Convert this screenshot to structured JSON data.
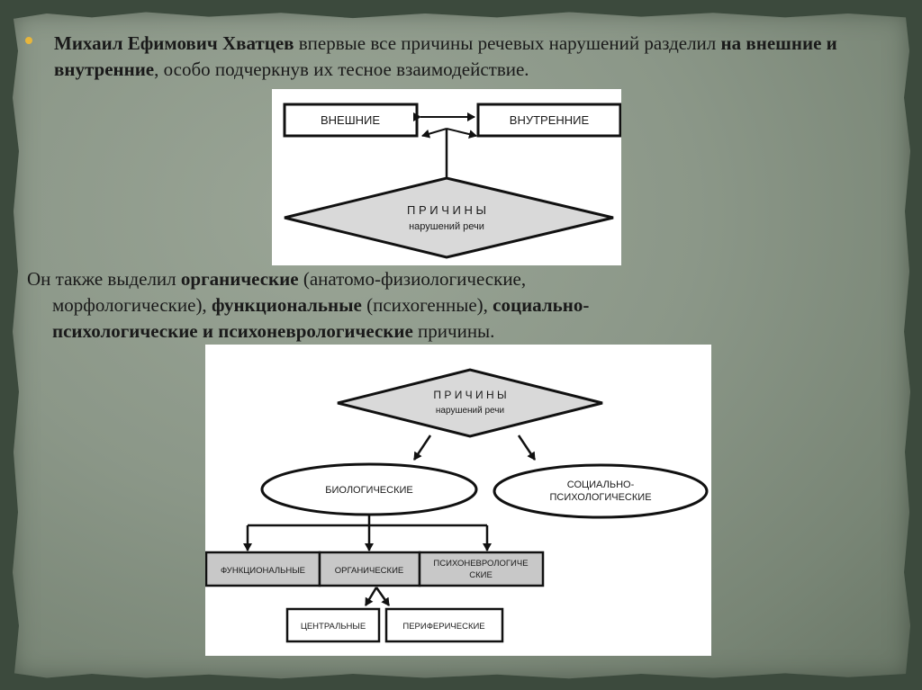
{
  "para1": {
    "bold1": "Михаил Ефимович Хватцев",
    "t1": " впервые все причины речевых нарушений разделил ",
    "bold2": "на внешние и внутренние",
    "t2": ", особо подчеркнув их тесное взаимодействие."
  },
  "para2": {
    "t1": "Он также выделил ",
    "bold1": "органические",
    "t2": " (анатомо-физиологические,",
    "t3": "морфологические), ",
    "bold2": "функциональные",
    "t4": " (психогенные), ",
    "bold3": "социально-",
    "bold4": "психологические и психоневрологические",
    "t5": " причины."
  },
  "diagram1": {
    "external": "ВНЕШНИЕ",
    "internal": "ВНУТРЕННИЕ",
    "causes": "П Р И Ч И Н Ы",
    "causes_sub": "нарушений  речи"
  },
  "diagram2": {
    "causes": "П Р И Ч И Н Ы",
    "causes_sub": "нарушений  речи",
    "biological": "БИОЛОГИЧЕСКИЕ",
    "social_l1": "СОЦИАЛЬНО-",
    "social_l2": "ПСИХОЛОГИЧЕСКИЕ",
    "functional": "ФУНКЦИОНАЛЬНЫЕ",
    "organic": "ОРГАНИЧЕСКИЕ",
    "psycho_l1": "ПСИХОНЕВРОЛОГИЧЕ",
    "psycho_l2": "СКИЕ",
    "central": "ЦЕНТРАЛЬНЫЕ",
    "peripheral": "ПЕРИФЕРИЧЕСКИЕ"
  },
  "colors": {
    "bullet": "#e7b53b",
    "paper": "#8b9788",
    "diamond_fill": "#d9d9d9",
    "box_fill": "#c8c8c8"
  }
}
